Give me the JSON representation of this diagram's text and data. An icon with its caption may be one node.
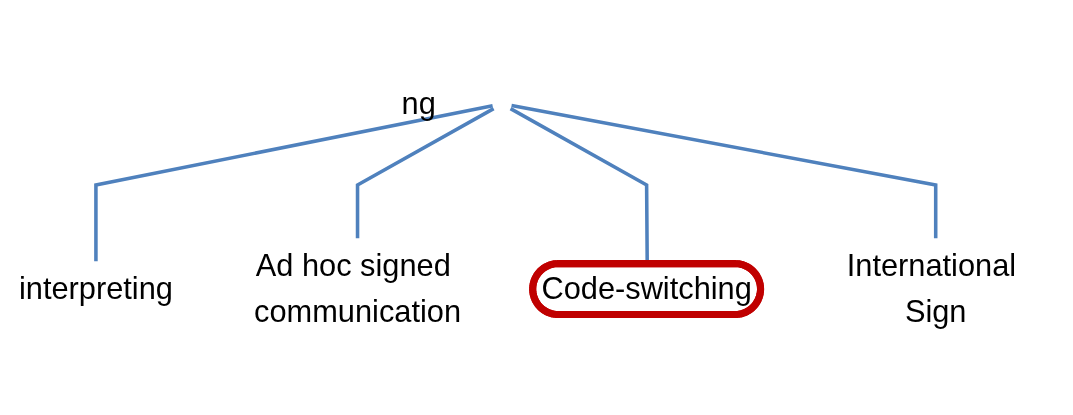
{
  "diagram": {
    "nodes": [
      {
        "text": [
          "ng"
        ]
      },
      {
        "text": [
          "interpreting"
        ]
      },
      {
        "text": [
          "International Sign"
        ]
      },
      {
        "text": [
          "Code-switching"
        ]
      },
      {
        "text": [
          "Ad hoc signed communication"
        ]
      }
    ],
    "edges": [
      {
        "from": null,
        "to": 1,
        "arrow": "none"
      },
      {
        "from": null,
        "to": 4,
        "arrow": "none"
      },
      {
        "from": null,
        "to": 3,
        "arrow": "none"
      },
      {
        "from": null,
        "to": 2,
        "arrow": "none"
      }
    ]
  }
}
